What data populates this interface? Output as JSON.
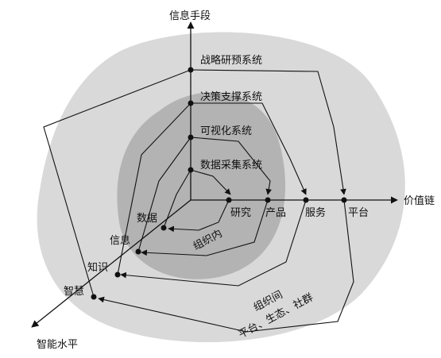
{
  "axes": {
    "vertical": "信息手段",
    "horizontal": "价值链",
    "diagonal": "智能水平"
  },
  "vertical_levels": [
    "数据采集系统",
    "可视化系统",
    "决策支撑系统",
    "战略研预系统"
  ],
  "horizontal_levels": [
    "研究",
    "产品",
    "服务",
    "平台"
  ],
  "diagonal_levels": [
    "数据",
    "信息",
    "知识",
    "智慧"
  ],
  "zones": {
    "inner": "组织内",
    "outer_line1": "组织间",
    "outer_line2": "平台、生态、社群"
  },
  "colors": {
    "outer_zone": "#d9d9d9",
    "inner_zone": "#b3b3b3",
    "lines": "#111111"
  }
}
